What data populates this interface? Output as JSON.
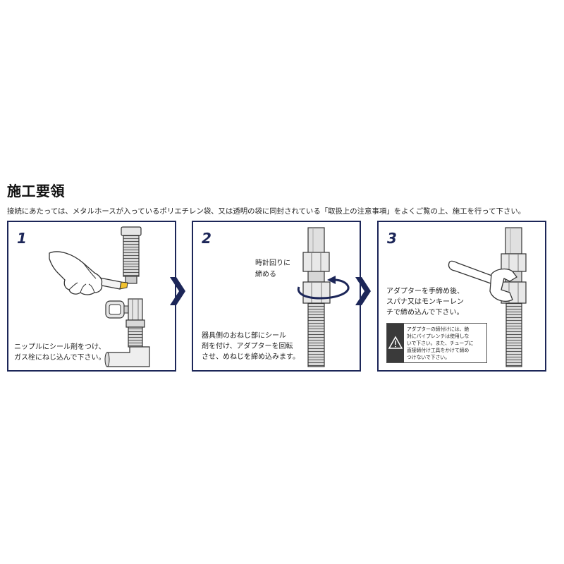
{
  "title": "施工要領",
  "intro": "接続にあたっては、メタルホースが入っているポリエチレン袋、又は透明の袋に同封されている「取扱上の注意事項」をよくご覧の上、施工を行って下さい。",
  "steps": [
    {
      "number": "1",
      "text_lines": [
        "ニップルにシール剤をつけ、",
        "ガス栓にねじ込んで下さい。"
      ]
    },
    {
      "number": "2",
      "callout_lines": [
        "時計回りに",
        "締める"
      ],
      "text_lines": [
        "器具側のおねじ部にシール",
        "剤を付け、アダプターを回転",
        "させ、めねじを締め込みます。"
      ]
    },
    {
      "number": "3",
      "text_lines": [
        "アダプターを手締め後、",
        "スパナ又はモンキーレン",
        "チで締め込んで下さい。"
      ],
      "warning": {
        "icon": "warning-triangle-icon",
        "lines": [
          "アダプターの締付けには、絶",
          "対にパイプレンチは使用しな",
          "いで下さい。また、チューブに",
          "直接締付け工具をかけて締め",
          "つけないで下さい。"
        ]
      }
    }
  ],
  "icons": {
    "arrow": "chevron-right-icon",
    "rotation": "clockwise-arrow-icon"
  },
  "colors": {
    "accent": "#1c2658",
    "sealant": "#f2c230",
    "text": "#222222"
  }
}
